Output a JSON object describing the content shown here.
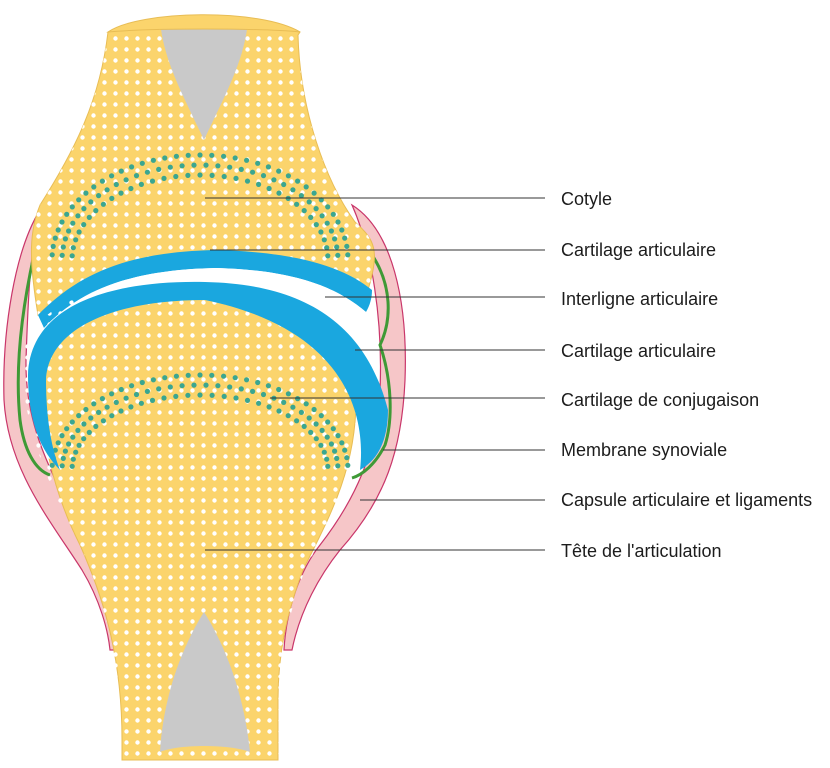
{
  "colors": {
    "bone": "#fbd46c",
    "bone_stroke": "#e8bd55",
    "marrow": "#c9c9c9",
    "dots": "#ffffff",
    "growth_plate": "#3aa690",
    "cartilage": "#1aa7df",
    "joint_space": "#ffffff",
    "synovial": "#3f9a36",
    "capsule": "#f6c6c8",
    "capsule_stroke": "#c9366a",
    "leader": "#333333",
    "text": "#1c1c1c"
  },
  "labels": [
    {
      "id": "cotyle",
      "text": "Cotyle"
    },
    {
      "id": "cartilage-articulaire-top",
      "text": "Cartilage articulaire"
    },
    {
      "id": "interligne-articulaire",
      "text": "Interligne articulaire"
    },
    {
      "id": "cartilage-articulaire-bottom",
      "text": "Cartilage articulaire"
    },
    {
      "id": "cartilage-de-conjugaison",
      "text": "Cartilage de conjugaison"
    },
    {
      "id": "membrane-synoviale",
      "text": "Membrane synoviale"
    },
    {
      "id": "capsule-articulaire",
      "text": "Capsule articulaire et ligaments"
    },
    {
      "id": "tete-articulation",
      "text": "Tête de l'articulation"
    }
  ]
}
